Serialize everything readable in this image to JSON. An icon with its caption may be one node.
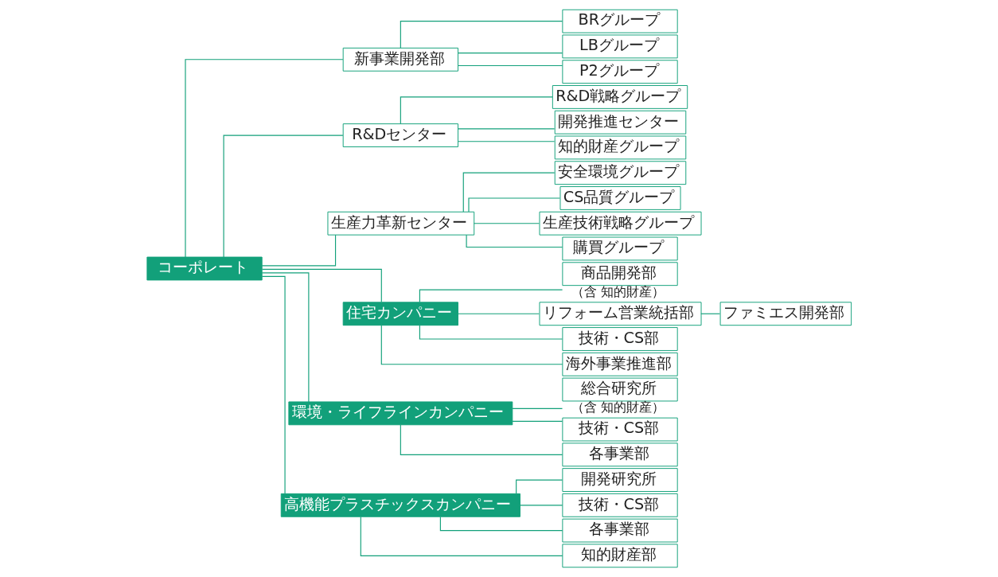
{
  "diagram": {
    "nodes": [
      {
        "text": [
          "コーポレート"
        ]
      },
      {
        "text": [
          "新事業開発部"
        ]
      },
      {
        "text": [
          "BRグループ"
        ]
      },
      {
        "text": [
          "LBグループ"
        ]
      },
      {
        "text": [
          "P2グループ"
        ]
      },
      {
        "text": [
          "R&Dセンター"
        ]
      },
      {
        "text": [
          "R&D戦略グループ"
        ]
      },
      {
        "text": [
          "開発推進センター"
        ]
      },
      {
        "text": [
          "知的財産グループ"
        ]
      },
      {
        "text": [
          "生産力革新センター"
        ]
      },
      {
        "text": [
          "安全環境グループ"
        ]
      },
      {
        "text": [
          "CS品質グループ"
        ]
      },
      {
        "text": [
          "生産技術戦略グループ"
        ]
      },
      {
        "text": [
          "購買グループ"
        ]
      },
      {
        "text": [
          "住宅カンパニー"
        ]
      },
      {
        "text": [
          "環境・ライフラインカンパニー"
        ]
      },
      {
        "text": [
          "高機能プラスチックスカンパニー"
        ]
      },
      {
        "text": [
          "商品開発部"
        ],
        "beside": [
          "（含 知的財産）"
        ]
      },
      {
        "text": [
          "リフォーム営業統括部"
        ]
      },
      {
        "text": [
          "ファミエス開発部"
        ]
      },
      {
        "text": [
          "技術・CS部"
        ]
      },
      {
        "text": [
          "海外事業推進部"
        ]
      },
      {
        "text": [
          "総合研究所"
        ],
        "beside": [
          "（含 知的財産）"
        ]
      },
      {
        "text": [
          "技術・CS部"
        ]
      },
      {
        "text": [
          "各事業部"
        ]
      },
      {
        "text": [
          "開発研究所"
        ]
      },
      {
        "text": [
          "技術・CS部"
        ]
      },
      {
        "text": [
          "各事業部"
        ]
      },
      {
        "text": [
          "知的財産部"
        ]
      }
    ],
    "edges": [
      {
        "from": 0,
        "to": 1,
        "arrow": "none"
      },
      {
        "from": 1,
        "to": 2,
        "arrow": "none"
      },
      {
        "from": 1,
        "to": 3,
        "arrow": "none"
      },
      {
        "from": 1,
        "to": 4,
        "arrow": "none"
      },
      {
        "from": 0,
        "to": 5,
        "arrow": "none"
      },
      {
        "from": 5,
        "to": 6,
        "arrow": "none"
      },
      {
        "from": 5,
        "to": 7,
        "arrow": "none"
      },
      {
        "from": 5,
        "to": 8,
        "arrow": "none"
      },
      {
        "from": 0,
        "to": 9,
        "arrow": "none"
      },
      {
        "from": 9,
        "to": 10,
        "arrow": "none"
      },
      {
        "from": 9,
        "to": 11,
        "arrow": "none"
      },
      {
        "from": 9,
        "to": 12,
        "arrow": "none"
      },
      {
        "from": 9,
        "to": 13,
        "arrow": "none"
      },
      {
        "from": 0,
        "to": 14,
        "arrow": "none"
      },
      {
        "from": 0,
        "to": 15,
        "arrow": "none"
      },
      {
        "from": 0,
        "to": 16,
        "arrow": "none"
      },
      {
        "from": 14,
        "to": 17,
        "arrow": "none"
      },
      {
        "from": 14,
        "to": 18,
        "arrow": "none"
      },
      {
        "from": 18,
        "to": 19,
        "arrow": "none"
      },
      {
        "from": 14,
        "to": 20,
        "arrow": "none"
      },
      {
        "from": 14,
        "to": 21,
        "arrow": "none"
      },
      {
        "from": 15,
        "to": 22,
        "arrow": "none"
      },
      {
        "from": 15,
        "to": 23,
        "arrow": "none"
      },
      {
        "from": 15,
        "to": 24,
        "arrow": "none"
      },
      {
        "from": 16,
        "to": 25,
        "arrow": "none"
      },
      {
        "from": 16,
        "to": 26,
        "arrow": "none"
      },
      {
        "from": 16,
        "to": 27,
        "arrow": "none"
      },
      {
        "from": 16,
        "to": 28,
        "arrow": "none"
      }
    ]
  }
}
